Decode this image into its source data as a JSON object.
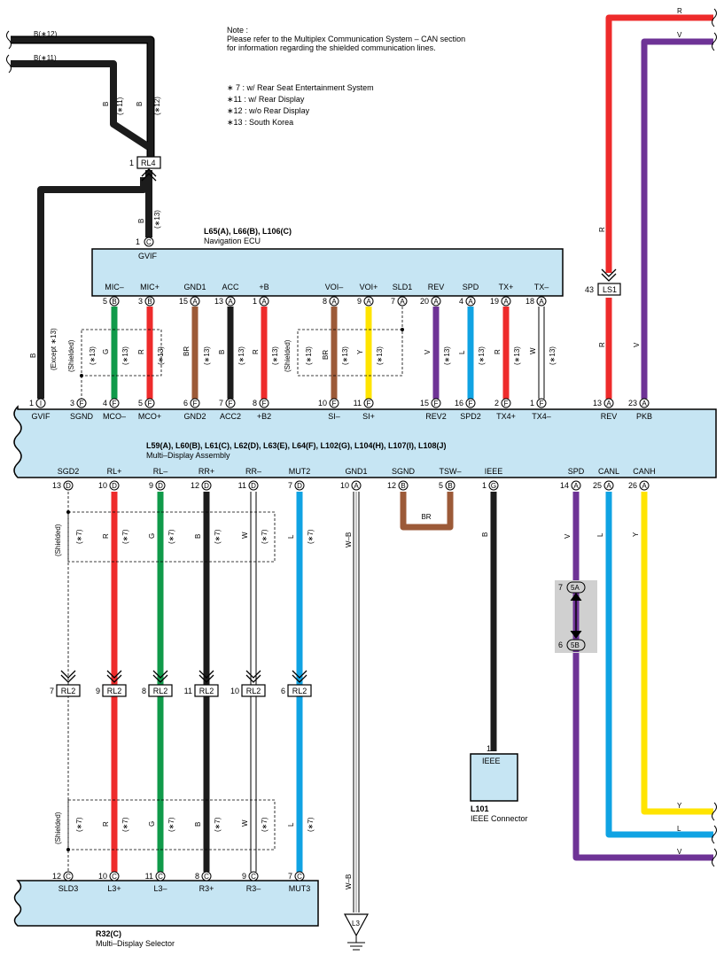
{
  "colors": {
    "B": "#1c1c1c",
    "R": "#ee2b2b",
    "G": "#109a4a",
    "BR": "#9c5a38",
    "Y": "#ffe400",
    "V": "#6e3396",
    "L": "#10a3e3",
    "W": "#ffffff",
    "WB": "#ffffff",
    "panel": "#c6e5f3",
    "joint": "#d0d0d0"
  },
  "note": {
    "head": "Note :",
    "l1": "Please refer to the Multiplex Communication System – CAN section",
    "l2": "for information regarding the shielded communication lines.",
    "n7": "∗ 7 : w/ Rear Seat Entertainment System",
    "n11": "∗11 : w/ Rear Display",
    "n12": "∗12 : w/o Rear Display",
    "n13": "∗13 : South Korea"
  },
  "top": {
    "b12": "B(∗12)",
    "b11": "B(∗11)",
    "rl4": "RL4",
    "rl4_pin": "1",
    "ls1": "LS1",
    "ls1_pin": "43",
    "r_top": "R",
    "v_top": "V"
  },
  "nav": {
    "code": "L65(A), L66(B), L106(C)",
    "name": "Navigation ECU",
    "gvif": "GVIF",
    "gvif_pin": "1",
    "gvif_ch": "C",
    "pins": [
      {
        "label": "MIC–",
        "num": "5",
        "ch": "B"
      },
      {
        "label": "MIC+",
        "num": "3",
        "ch": "B"
      },
      {
        "label": "GND1",
        "num": "15",
        "ch": "A"
      },
      {
        "label": "ACC",
        "num": "13",
        "ch": "A"
      },
      {
        "label": "+B",
        "num": "1",
        "ch": "A"
      },
      {
        "label": "VOI–",
        "num": "8",
        "ch": "A"
      },
      {
        "label": "VOI+",
        "num": "9",
        "ch": "A"
      },
      {
        "label": "SLD1",
        "num": "7",
        "ch": "A"
      },
      {
        "label": "REV",
        "num": "20",
        "ch": "A"
      },
      {
        "label": "SPD",
        "num": "4",
        "ch": "A"
      },
      {
        "label": "TX+",
        "num": "19",
        "ch": "A"
      },
      {
        "label": "TX–",
        "num": "18",
        "ch": "A"
      }
    ]
  },
  "mda": {
    "code": "L59(A), L60(B), L61(C), L62(D), L63(E), L64(F), L102(G), L104(H), L107(I), L108(J)",
    "name": "Multi–Display Assembly",
    "top_pins": [
      {
        "label": "GVIF",
        "num": "1",
        "ch": "I"
      },
      {
        "label": "SGND",
        "num": "3",
        "ch": "F"
      },
      {
        "label": "MCO–",
        "num": "4",
        "ch": "F"
      },
      {
        "label": "MCO+",
        "num": "5",
        "ch": "F"
      },
      {
        "label": "GND2",
        "num": "6",
        "ch": "F"
      },
      {
        "label": "ACC2",
        "num": "7",
        "ch": "F"
      },
      {
        "label": "+B2",
        "num": "8",
        "ch": "F"
      },
      {
        "label": "SI–",
        "num": "10",
        "ch": "F"
      },
      {
        "label": "SI+",
        "num": "11",
        "ch": "F"
      },
      {
        "label": "REV2",
        "num": "15",
        "ch": "F"
      },
      {
        "label": "SPD2",
        "num": "16",
        "ch": "F"
      },
      {
        "label": "TX4+",
        "num": "2",
        "ch": "F"
      },
      {
        "label": "TX4–",
        "num": "1",
        "ch": "F"
      },
      {
        "label": "REV",
        "num": "13",
        "ch": "A"
      },
      {
        "label": "PKB",
        "num": "23",
        "ch": "A"
      }
    ],
    "bot_pins": [
      {
        "label": "SGD2",
        "num": "13",
        "ch": "D"
      },
      {
        "label": "RL+",
        "num": "10",
        "ch": "D"
      },
      {
        "label": "RL–",
        "num": "9",
        "ch": "D"
      },
      {
        "label": "RR+",
        "num": "12",
        "ch": "D"
      },
      {
        "label": "RR–",
        "num": "11",
        "ch": "D"
      },
      {
        "label": "MUT2",
        "num": "7",
        "ch": "D"
      },
      {
        "label": "GND1",
        "num": "10",
        "ch": "A"
      },
      {
        "label": "SGND",
        "num": "12",
        "ch": "B"
      },
      {
        "label": "TSW–",
        "num": "5",
        "ch": "B"
      },
      {
        "label": "IEEE",
        "num": "1",
        "ch": "G"
      },
      {
        "label": "SPD",
        "num": "14",
        "ch": "A"
      },
      {
        "label": "CANL",
        "num": "25",
        "ch": "A"
      },
      {
        "label": "CANH",
        "num": "26",
        "ch": "A"
      }
    ]
  },
  "mds": {
    "code": "R32(C)",
    "name": "Multi–Display Selector",
    "pins": [
      {
        "label": "SLD3",
        "num": "12",
        "ch": "C"
      },
      {
        "label": "L3+",
        "num": "10",
        "ch": "C"
      },
      {
        "label": "L3–",
        "num": "11",
        "ch": "C"
      },
      {
        "label": "R3+",
        "num": "8",
        "ch": "C"
      },
      {
        "label": "R3–",
        "num": "9",
        "ch": "C"
      },
      {
        "label": "MUT3",
        "num": "7",
        "ch": "C"
      }
    ]
  },
  "rl2": {
    "label": "RL2",
    "pins": [
      "7",
      "9",
      "8",
      "11",
      "10",
      "6"
    ]
  },
  "ieee": {
    "code": "L101",
    "name": "IEEE Connector",
    "label": "IEEE",
    "pin": "1"
  },
  "ground": {
    "label": "L3"
  },
  "joint": {
    "top": "5A",
    "top_pin": "7",
    "bot": "5B",
    "bot_pin": "6"
  },
  "wire": {
    "B": "B",
    "R": "R",
    "G": "G",
    "BR": "BR",
    "Y": "Y",
    "V": "V",
    "L": "L",
    "W": "W",
    "WB": "W–B"
  },
  "tags": {
    "s7": "(∗7)",
    "s11": "(∗11)",
    "s12": "(∗12)",
    "s13": "(∗13)",
    "except13": "(Except ∗13)",
    "shielded": "(Shielded)"
  }
}
